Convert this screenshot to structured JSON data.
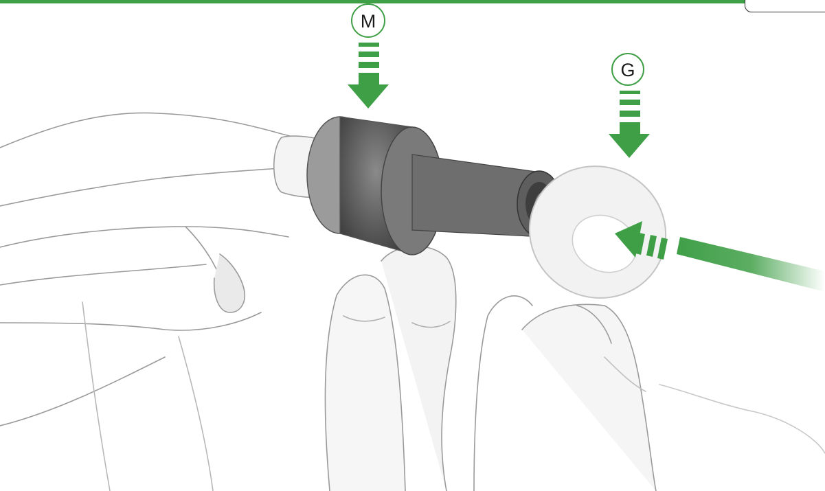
{
  "header": {
    "accent_color": "#3f9f47"
  },
  "illustration": {
    "description_icon": "hands-holding-bushing-and-washer",
    "style": "pencil-sketch"
  },
  "callouts": [
    {
      "id": "M",
      "label": "M",
      "color": "#3f9f47"
    },
    {
      "id": "G",
      "label": "G",
      "color": "#3f9f47"
    }
  ],
  "arrows": {
    "down_color": "#3f9f47",
    "insert_color": "#3f9f47"
  }
}
